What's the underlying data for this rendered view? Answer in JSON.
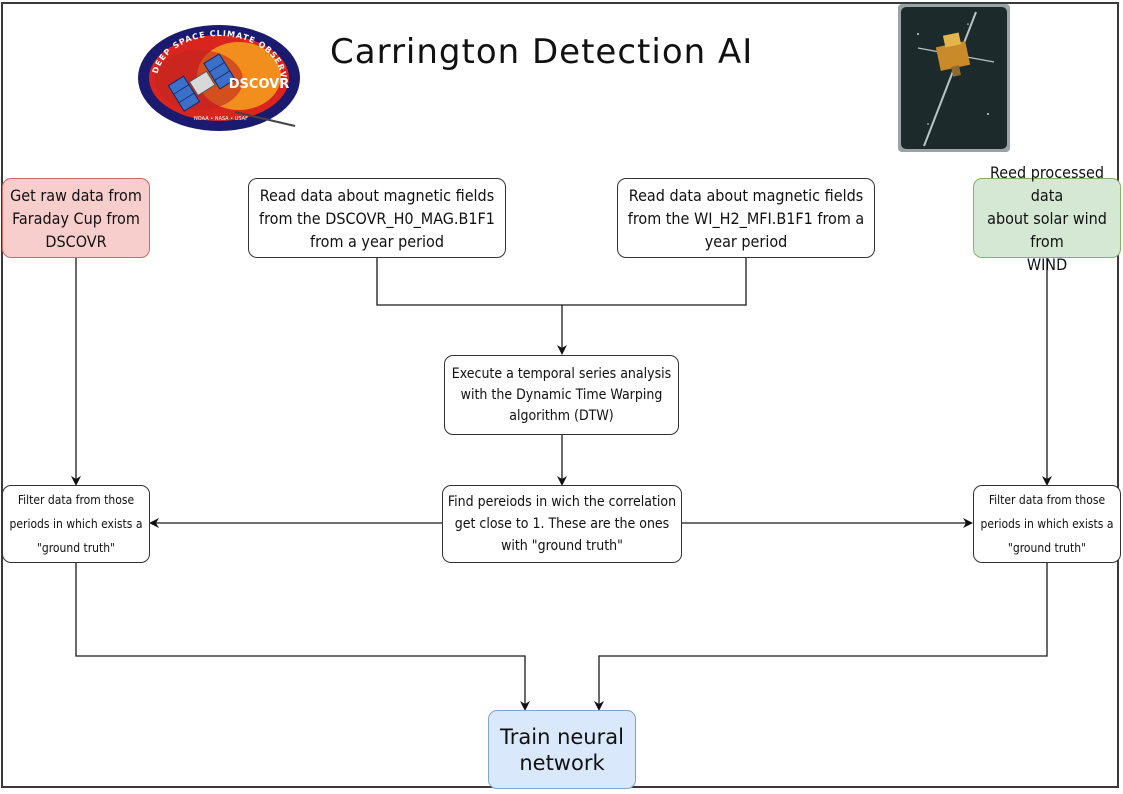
{
  "title": "Carrington Detection AI",
  "logos": {
    "dscovr": {
      "ring_text": "DEEP SPACE CLIMATE OBSERVATORY",
      "center_text": "DSCOVR",
      "footer_text": "NOAA • NASA • USAF",
      "colors": {
        "ring": "#1a1a6e",
        "field": "#d9251d",
        "sun": "#f4a11d"
      }
    },
    "wind": {
      "icon": "wind-spacecraft-image"
    }
  },
  "nodes": {
    "faraday": {
      "lines": [
        "Get raw data from",
        "Faraday Cup from",
        "DSCOVR"
      ],
      "color": "#f8cecc"
    },
    "dscovr_mag": {
      "lines": [
        "Read data about magnetic fields",
        "from the DSCOVR_H0_MAG.B1F1",
        "from a year period"
      ]
    },
    "wind_mfi": {
      "lines": [
        "Read data about magnetic fields",
        "from the WI_H2_MFI.B1F1 from a",
        "year period"
      ]
    },
    "wind_processed": {
      "lines": [
        "Reed processed data",
        "about solar wind from",
        "WIND"
      ],
      "color": "#d5e8d4"
    },
    "dtw": {
      "lines": [
        "Execute a temporal series analysis",
        "with the Dynamic Time Warping",
        "algorithm (DTW)"
      ]
    },
    "periods": {
      "lines": [
        "Find pereiods in wich the correlation",
        "get close to 1. These are the ones",
        "with \"ground truth\""
      ]
    },
    "filter_left": {
      "lines": [
        "Filter data from those",
        "periods in which exists a",
        "\"ground truth\""
      ]
    },
    "filter_right": {
      "lines": [
        "Filter data from those",
        "periods in which exists a",
        "\"ground truth\""
      ]
    },
    "train": {
      "lines": [
        "Train neural",
        "network"
      ],
      "color": "#dae8fc"
    }
  }
}
